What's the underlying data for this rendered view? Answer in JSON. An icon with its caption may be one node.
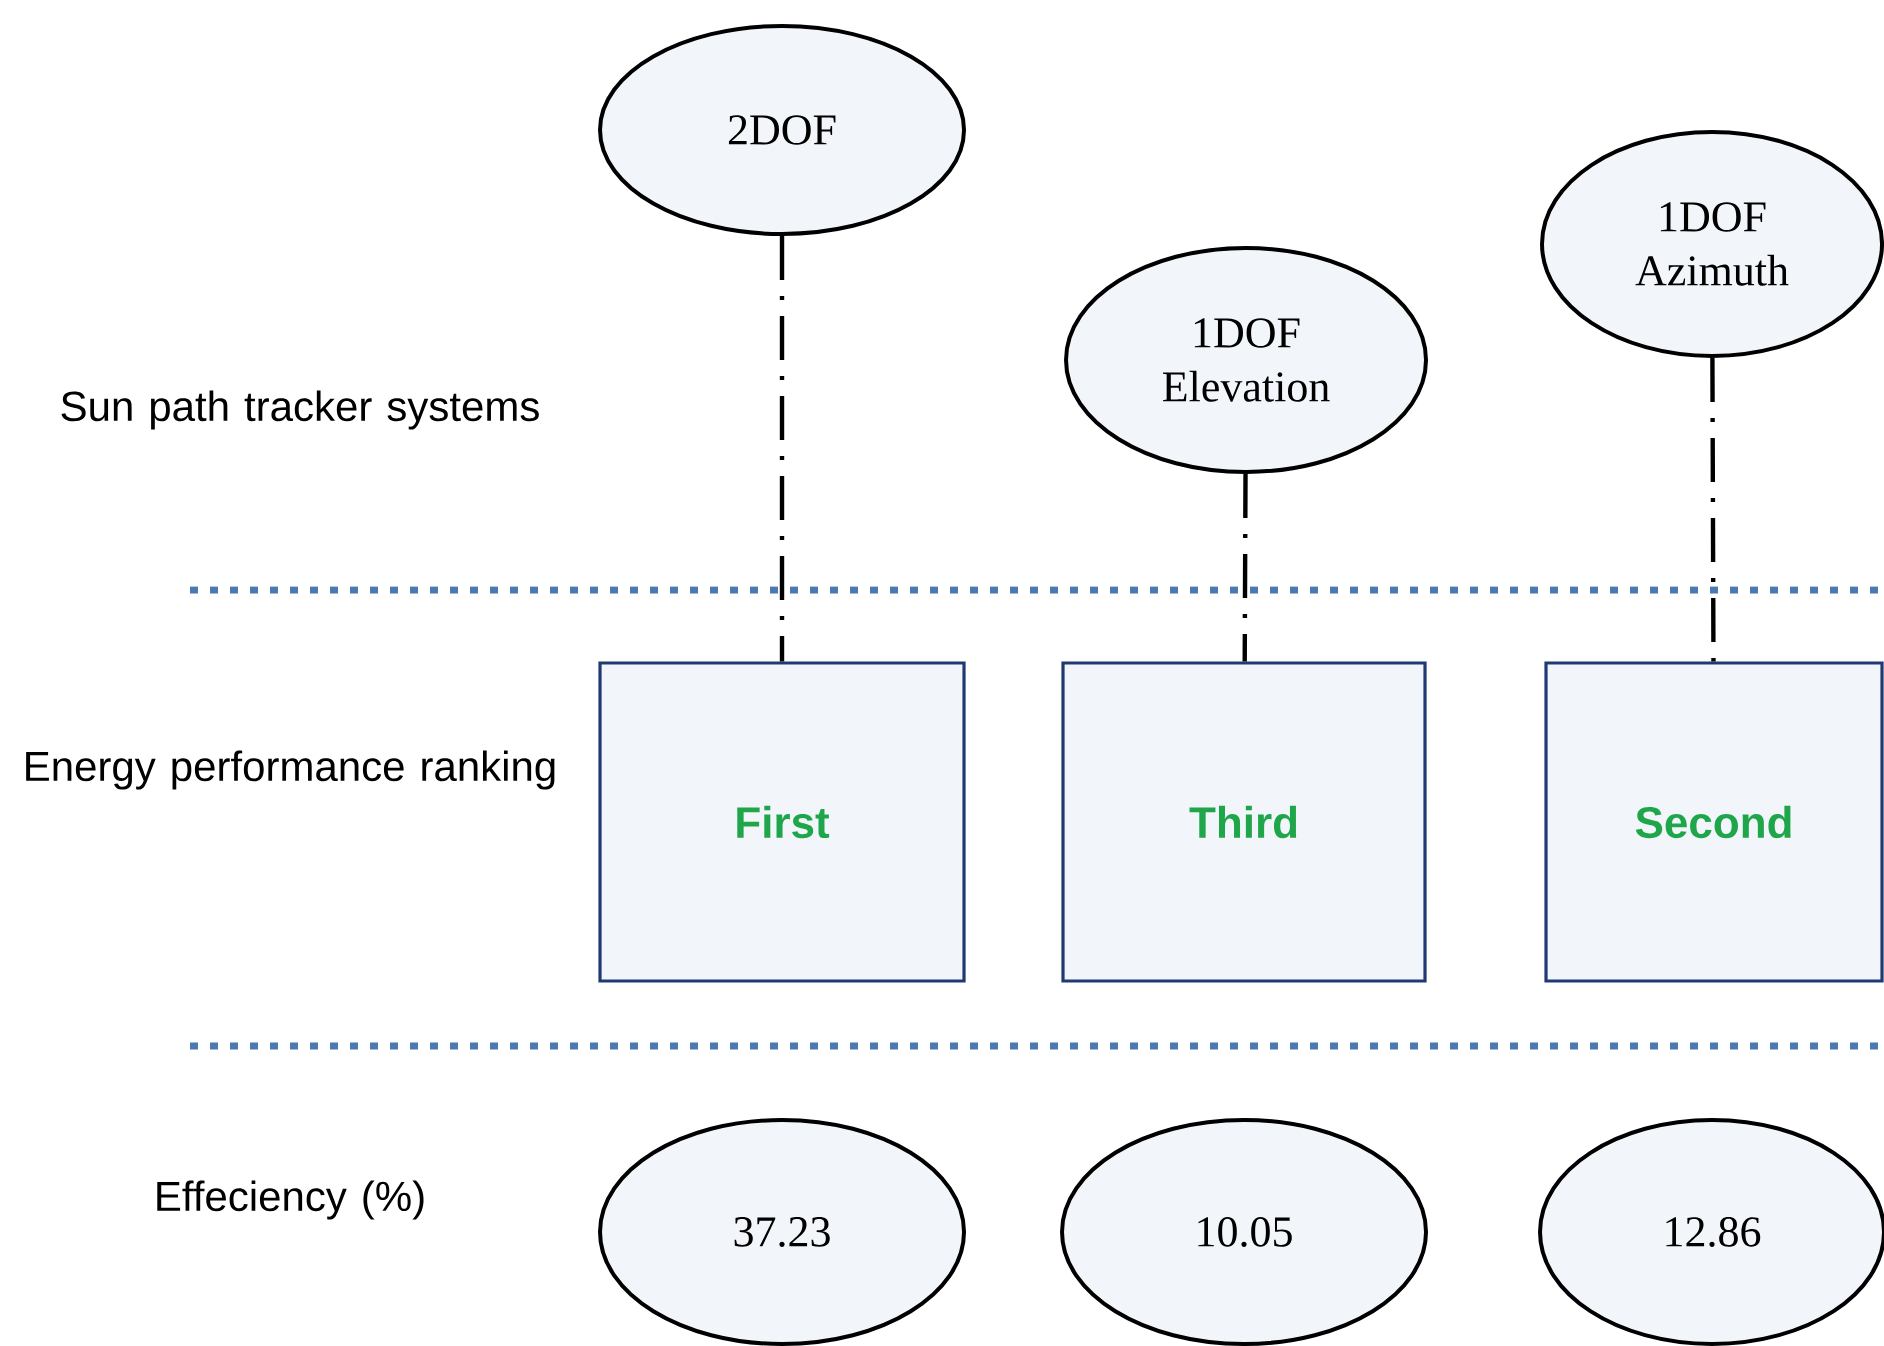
{
  "diagram": {
    "nodes": [
      {
        "text": [
          "2DOF"
        ]
      },
      {
        "text": [
          "1DOF Elevation"
        ]
      },
      {
        "text": [
          "1DOF Azimuth"
        ]
      },
      {
        "text": [
          "First"
        ]
      },
      {
        "text": [
          "Third"
        ]
      },
      {
        "text": [
          "Second"
        ]
      },
      {
        "text": [
          "37.23"
        ]
      },
      {
        "text": [
          "10.05"
        ]
      },
      {
        "text": [
          "12.86"
        ]
      }
    ],
    "edges": [
      {
        "from": 0,
        "to": 3,
        "arrow": "none"
      },
      {
        "from": 1,
        "to": 4,
        "arrow": "none"
      },
      {
        "from": 2,
        "to": 5,
        "arrow": "none"
      }
    ],
    "labels": [
      "Sun path tracker systems",
      "Energy performance ranking",
      "Effeciency (%)"
    ]
  }
}
